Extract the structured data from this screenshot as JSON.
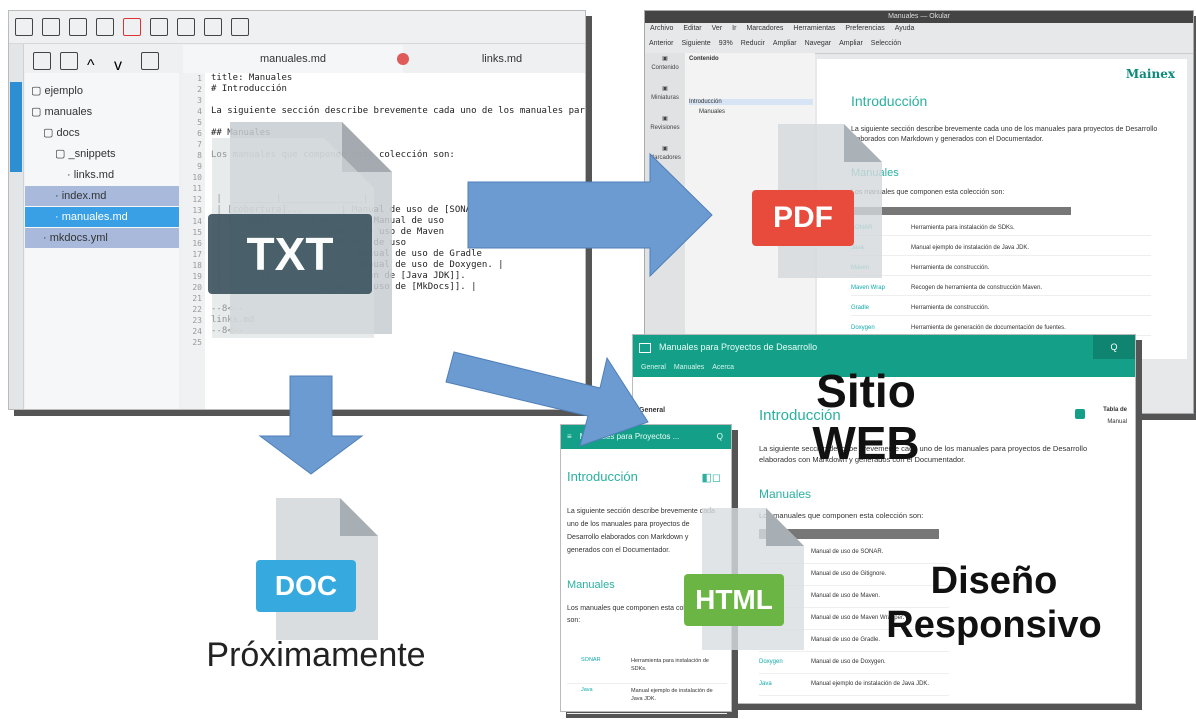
{
  "editor": {
    "tabs": {
      "active": "manuales.md",
      "other": "links.md"
    },
    "tree": [
      {
        "label": "ejemplo",
        "indent": 0,
        "state": ""
      },
      {
        "label": "manuales",
        "indent": 0,
        "state": ""
      },
      {
        "label": "docs",
        "indent": 1,
        "state": ""
      },
      {
        "label": "_snippets",
        "indent": 2,
        "state": ""
      },
      {
        "label": "links.md",
        "indent": 3,
        "state": ""
      },
      {
        "label": "index.md",
        "indent": 2,
        "state": "hl1"
      },
      {
        "label": "manuales.md",
        "indent": 2,
        "state": "hl2"
      },
      {
        "label": "mkdocs.yml",
        "indent": 1,
        "state": "hl1"
      }
    ],
    "code": [
      "title: Manuales",
      "# Introducción",
      "",
      "La siguiente sección describe brevemente cada uno de los manuales para proyectos de",
      "",
      "## Manuales",
      "",
      "Los manuales que componen esta colección son:",
      "",
      "",
      "",
      " |  ________|_______________|",
      " | [cobertura]...       | Manual de uso de [SONAR]. |",
      " | [GitHub]...   [Html]     | Manual de uso",
      " |                 | Manual de uso de Maven",
      " |                 ] | Manual de uso",
      " |                       | Manual de uso de Gradle",
      " |                       | Manual de uso de Doxygen. |",
      " |       ejemplo de instalación de [Java JDK]].",
      " |                | Manual de uso de [MkDocs]]. |",
      "",
      "--8<--",
      "links.md",
      "--8<--",
      ""
    ]
  },
  "pdf": {
    "title": "Manuales — Okular",
    "menu": [
      "Archivo",
      "Editar",
      "Ver",
      "Ir",
      "Marcadores",
      "Herramientas",
      "Preferencias",
      "Ayuda"
    ],
    "toolbar": [
      "Anterior",
      "Siguiente",
      "93%",
      "Reducir",
      "Ampliar",
      "Navegar",
      "Ampliar",
      "Selección"
    ],
    "side": [
      "Contenido",
      "Miniaturas",
      "Revisiones",
      "Marcadores"
    ],
    "toc_title": "Contenido",
    "toc": [
      "Introducción",
      "Manuales"
    ],
    "logo": "Mainex",
    "h1": "Introducción",
    "p": "La siguiente sección describe brevemente cada uno de los manuales para proyectos de Desarrollo elaborados con Markdown y generados con el Documentador.",
    "h2": "Manuales",
    "p2": "Los manuales que componen esta colección son:",
    "rows": [
      {
        "k": "SONAR",
        "v": "Herramienta para instalación de SDKs."
      },
      {
        "k": "Java",
        "v": "Manual ejemplo de instalación de Java JDK."
      },
      {
        "k": "Maven",
        "v": "Herramienta de construcción."
      },
      {
        "k": "Maven Wrap",
        "v": "Recogen de herramienta de construcción Maven."
      },
      {
        "k": "Gradle",
        "v": "Herramienta de construcción."
      },
      {
        "k": "Doxygen",
        "v": "Herramienta de generación de documentación de fuentes."
      }
    ]
  },
  "site": {
    "title": "Manuales para Proyectos de Desarrollo",
    "nav": [
      "General",
      "Manuales",
      "Acerca"
    ],
    "search": "Q",
    "side_left": "General",
    "side_right_title": "Tabla de",
    "side_right_item": "Manual",
    "h1": "Introducción",
    "p": "La siguiente sección describe brevemente cada uno de los manuales para proyectos de Desarrollo elaborados con Markdown y generados con el Documentador.",
    "h2": "Manuales",
    "p2": "Los manuales que componen esta colección son:",
    "rows": [
      {
        "k": "",
        "v": "Manual de uso de SONAR."
      },
      {
        "k": "",
        "v": "Manual de uso de Gitignore."
      },
      {
        "k": "",
        "v": "Manual de uso de Maven."
      },
      {
        "k": "",
        "v": "Manual de uso de Maven Wrapper."
      },
      {
        "k": "",
        "v": "Manual de uso de Gradle."
      },
      {
        "k": "Doxygen",
        "v": "Manual de uso de Doxygen."
      },
      {
        "k": "Java",
        "v": "Manual ejemplo de instalación de Java JDK."
      }
    ]
  },
  "mobile": {
    "title": "Manuales para Proyectos ...",
    "h1": "Introducción",
    "p": "La siguiente sección describe brevemente cada uno de los manuales para proyectos de Desarrollo elaborados con Markdown y generados con el Documentador.",
    "h2": "Manuales",
    "p2": "Los manuales que componen esta colección son:",
    "rows": [
      {
        "k": "SONAR",
        "v": "Herramienta para instalación de SDKs."
      },
      {
        "k": "Java",
        "v": "Manual ejemplo de instalación de Java JDK."
      }
    ]
  },
  "badges": {
    "txt": "TXT",
    "pdf": "PDF",
    "doc": "DOC",
    "html": "HTML"
  },
  "labels": {
    "proximamente": "Próximamente",
    "sitio": "Sitio",
    "web": "WEB",
    "diseno": "Diseño",
    "responsivo": "Responsivo"
  },
  "colors": {
    "txt": "#3e5560",
    "pdf": "#e84a3c",
    "doc": "#36a9df",
    "html": "#6bb544",
    "arrow": "#6b9bd1",
    "teal": "#14a088"
  }
}
